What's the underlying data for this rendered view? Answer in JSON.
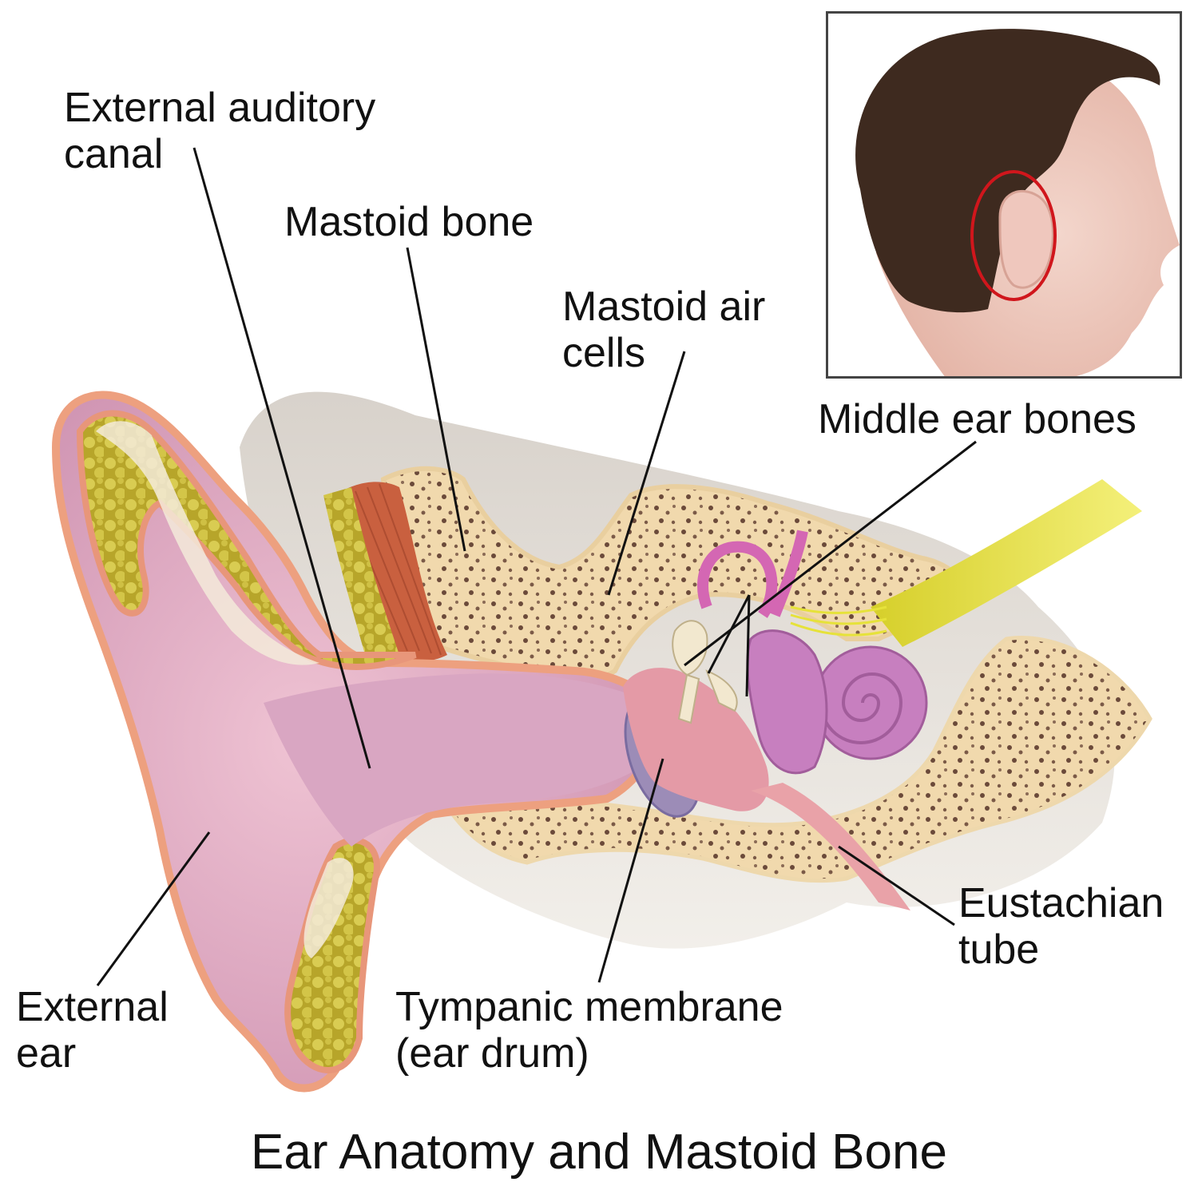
{
  "title": "Ear Anatomy and Mastoid Bone",
  "labels": {
    "external_auditory_canal": [
      "External auditory",
      "canal"
    ],
    "mastoid_bone": [
      "Mastoid bone"
    ],
    "mastoid_air_cells": [
      "Mastoid air",
      "cells"
    ],
    "middle_ear_bones": [
      "Middle ear bones"
    ],
    "eustachian_tube": [
      "Eustachian",
      "tube"
    ],
    "external_ear": [
      "External",
      "ear"
    ],
    "tympanic_membrane": [
      "Tympanic membrane",
      "(ear drum)"
    ]
  },
  "colors": {
    "skin": "#e3a9c0",
    "cartilage_fat": "#c8b93a",
    "bone": "#f3dcb0",
    "muscle": "#c9603f",
    "nerve": "#e6e23a",
    "inner_ear": "#c77fbf",
    "highlight_circle": "#d0161c"
  }
}
